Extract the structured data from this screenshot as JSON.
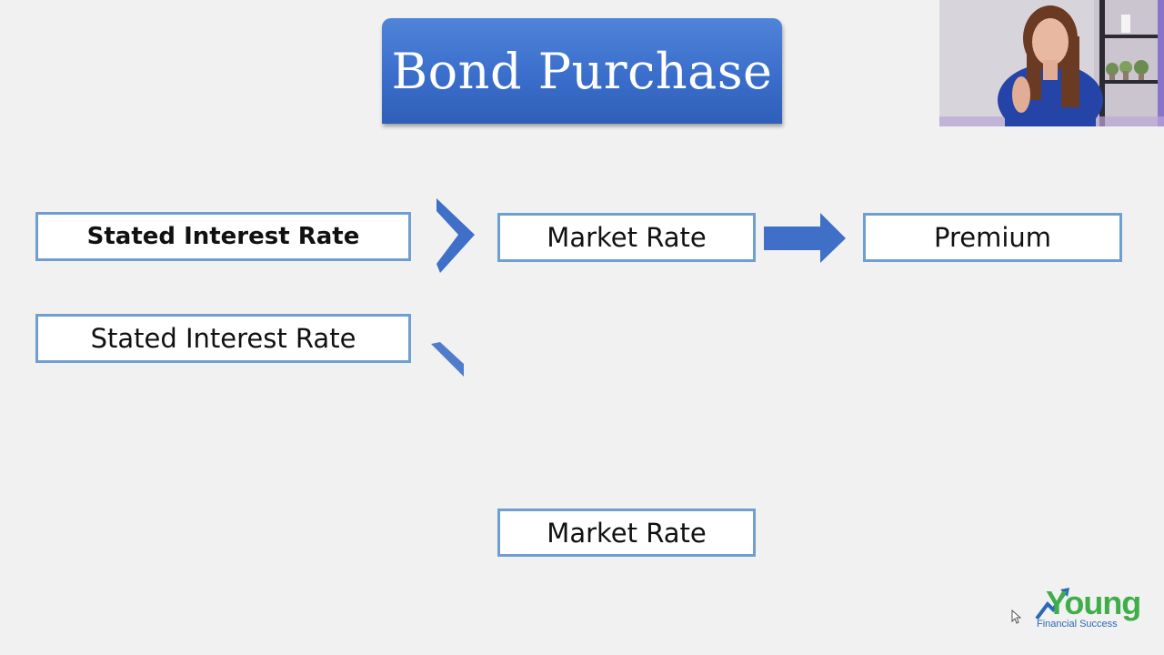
{
  "slide": {
    "title": "Bond Purchase",
    "row1": {
      "left_label": "Stated Interest Rate",
      "middle_label": "Market Rate",
      "right_label": "Premium"
    },
    "row2": {
      "left_label": "Stated Interest Rate"
    },
    "bottom_label": "Market Rate"
  },
  "logo": {
    "word": "Young",
    "tagline": "Financial Success"
  },
  "colors": {
    "title_blue": "#3a6ecb",
    "box_border": "#6f9fd0",
    "arrow_blue": "#3f6fc6",
    "logo_green": "#3fae49",
    "logo_blue": "#2a6ab5"
  },
  "icons": {
    "greater_than": "greater-than-icon",
    "right_arrow": "right-arrow-icon",
    "partial_symbol": "partial-less-than-icon",
    "cursor": "mouse-cursor-icon",
    "presenter": "presenter-video-icon"
  }
}
